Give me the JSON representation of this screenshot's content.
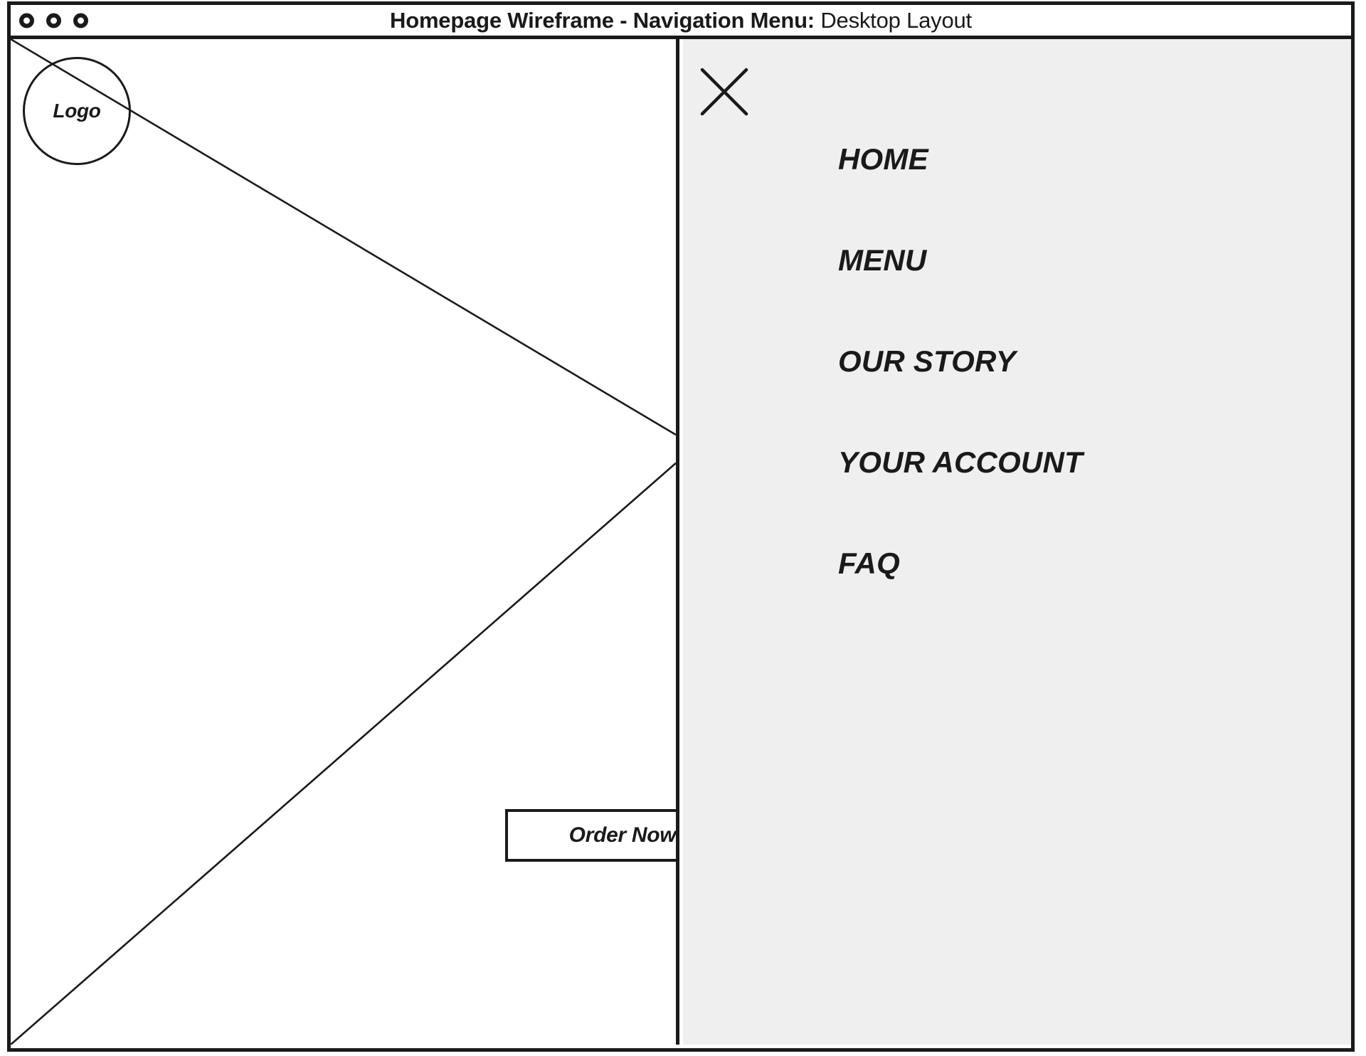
{
  "window": {
    "title_main": "Homepage Wireframe - Navigation Menu:",
    "title_sub": " Desktop Layout",
    "controls": [
      {
        "name": "close",
        "label": ""
      },
      {
        "name": "minimize",
        "label": ""
      },
      {
        "name": "maximize",
        "label": ""
      }
    ]
  },
  "hero": {
    "logo_label": "Logo",
    "order_button_label": "Order Now",
    "placeholder_kind": "image-placeholder-cross"
  },
  "nav_panel": {
    "close_icon": "close-x-icon",
    "background_color": "#efefef",
    "items": [
      {
        "label": "HOME"
      },
      {
        "label": "MENU"
      },
      {
        "label": "OUR STORY"
      },
      {
        "label": "YOUR ACCOUNT"
      },
      {
        "label": "FAQ"
      }
    ]
  },
  "colors": {
    "ink": "#1a1a1a",
    "panel": "#efefef",
    "canvas": "#ffffff"
  }
}
